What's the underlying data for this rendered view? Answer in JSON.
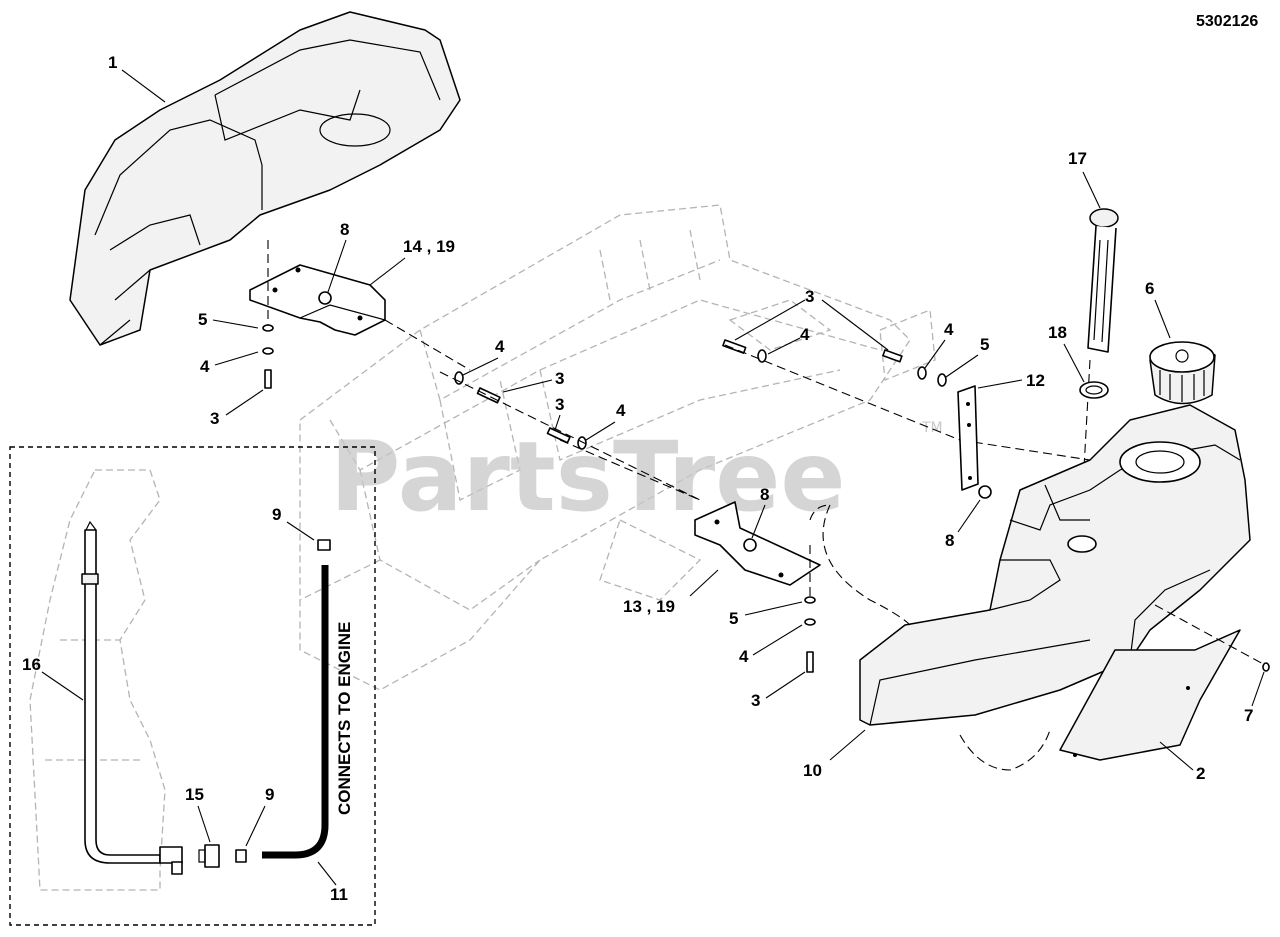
{
  "document_number": "5302126",
  "watermark": {
    "text": "PartsTree",
    "trademark": "TM"
  },
  "inset_note": "CONNECTS TO ENGINE",
  "callouts": {
    "c1": "1",
    "c2": "2",
    "c3a": "3",
    "c3b": "3",
    "c3c": "3",
    "c3d": "3",
    "c3e": "3",
    "c4a": "4",
    "c4b": "4",
    "c4c": "4",
    "c4d": "4",
    "c4e": "4",
    "c4f": "4",
    "c5a": "5",
    "c5b": "5",
    "c5c": "5",
    "c6": "6",
    "c7": "7",
    "c8a": "8",
    "c8b": "8",
    "c8c": "8",
    "c9a": "9",
    "c9b": "9",
    "c10": "10",
    "c11": "11",
    "c12": "12",
    "c13_19": "13 , 19",
    "c14_19": "14 , 19",
    "c15": "15",
    "c16": "16",
    "c17": "17",
    "c18": "18"
  }
}
